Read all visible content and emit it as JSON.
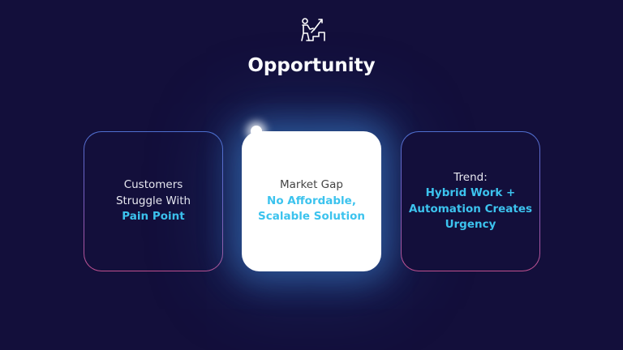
{
  "slide": {
    "icon": "person-climbing-stairs-growth-arrow-icon",
    "title": "Opportunity",
    "cards": [
      {
        "lines": [
          "Customers",
          "Struggle With"
        ],
        "highlight": [
          "Pain Point"
        ]
      },
      {
        "lines": [
          "Market Gap"
        ],
        "highlight": [
          "No Affordable,",
          "Scalable Solution"
        ]
      },
      {
        "lines": [
          "Trend:"
        ],
        "highlight": [
          "Hybrid Work +",
          "Automation Creates",
          "Urgency"
        ]
      }
    ],
    "colors": {
      "background": "#130f3b",
      "accent": "#3cc3ee"
    }
  }
}
